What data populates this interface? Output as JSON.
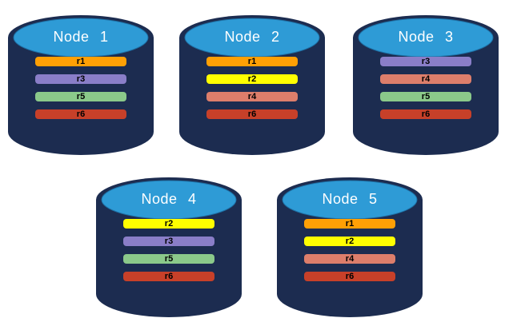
{
  "diagram": {
    "background": "#FFFFFF",
    "colors": {
      "cylinder_body": "#1C2C50",
      "cylinder_top": "#2E9BD6",
      "cylinder_top_edge": "#1E71A6",
      "node_title_text": "#FFFFFF",
      "partition_label_text": "#000000"
    },
    "nodes": [
      {
        "label": "Node 1",
        "partitions": [
          {
            "id": "r1",
            "color": "#FFA005"
          },
          {
            "id": "r3",
            "color": "#8A7EC8"
          },
          {
            "id": "r5",
            "color": "#8BC98A"
          },
          {
            "id": "r6",
            "color": "#C74029"
          }
        ]
      },
      {
        "label": "Node 2",
        "partitions": [
          {
            "id": "r1",
            "color": "#FFA005"
          },
          {
            "id": "r2",
            "color": "#FFFF00"
          },
          {
            "id": "r4",
            "color": "#DD7E6B"
          },
          {
            "id": "r6",
            "color": "#C74029"
          }
        ]
      },
      {
        "label": "Node 3",
        "partitions": [
          {
            "id": "r3",
            "color": "#8A7EC8"
          },
          {
            "id": "r4",
            "color": "#DD7E6B"
          },
          {
            "id": "r5",
            "color": "#8BC98A"
          },
          {
            "id": "r6",
            "color": "#C74029"
          }
        ]
      },
      {
        "label": "Node 4",
        "partitions": [
          {
            "id": "r2",
            "color": "#FFFF00"
          },
          {
            "id": "r3",
            "color": "#8A7EC8"
          },
          {
            "id": "r5",
            "color": "#8BC98A"
          },
          {
            "id": "r6",
            "color": "#C74029"
          }
        ]
      },
      {
        "label": "Node 5",
        "partitions": [
          {
            "id": "r1",
            "color": "#FFA005"
          },
          {
            "id": "r2",
            "color": "#FFFF00"
          },
          {
            "id": "r4",
            "color": "#DD7E6B"
          },
          {
            "id": "r6",
            "color": "#C74029"
          }
        ]
      }
    ]
  }
}
